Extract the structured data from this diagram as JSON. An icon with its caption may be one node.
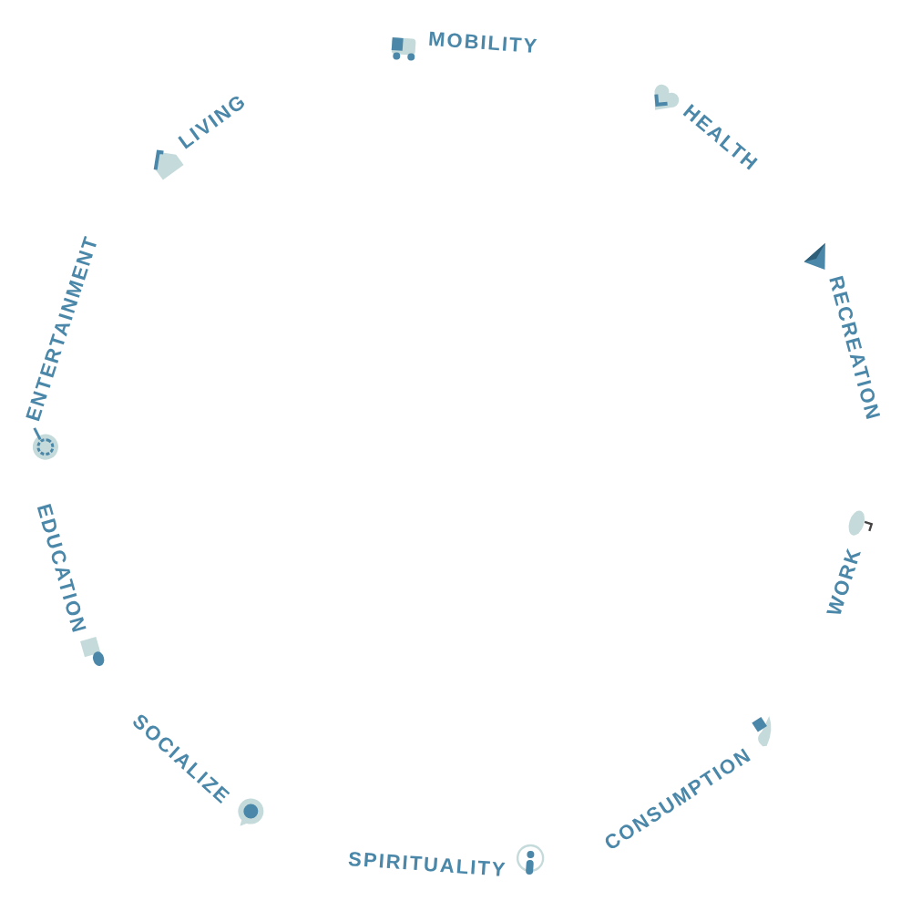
{
  "diagram": {
    "labels": [
      "MOBILITY",
      "HEALTH",
      "RECREATION",
      "WORK",
      "CONSUMPTION",
      "SPIRITUALITY",
      "SOCIALIZE",
      "EDUCATION",
      "ENTERTAINMENT",
      "LIVING"
    ]
  }
}
